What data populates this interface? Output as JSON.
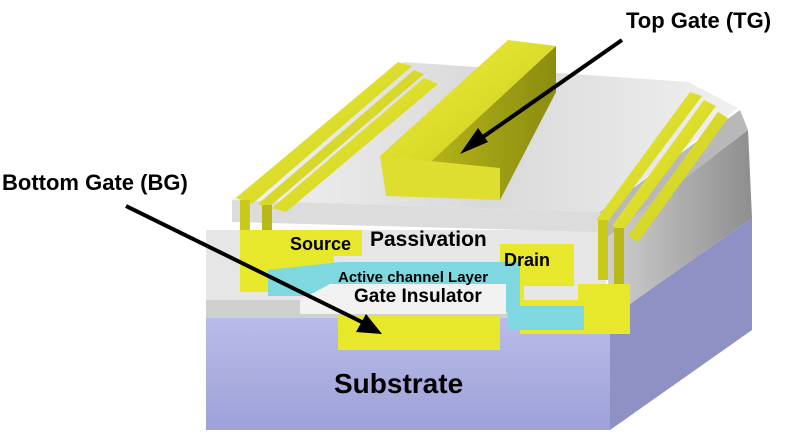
{
  "labels": {
    "top_gate": "Top Gate (TG)",
    "bottom_gate": "Bottom Gate (BG)",
    "passivation": "Passivation",
    "source": "Source",
    "drain": "Drain",
    "active_channel": "Active channel Layer",
    "gate_insulator": "Gate Insulator",
    "substrate": "Substrate"
  },
  "colors": {
    "gate_metal": "#e7e72c",
    "active_channel": "#7fd8e0",
    "substrate": "#aeb0e0",
    "passivation": "#e4e4e4",
    "arrow": "#000000"
  }
}
